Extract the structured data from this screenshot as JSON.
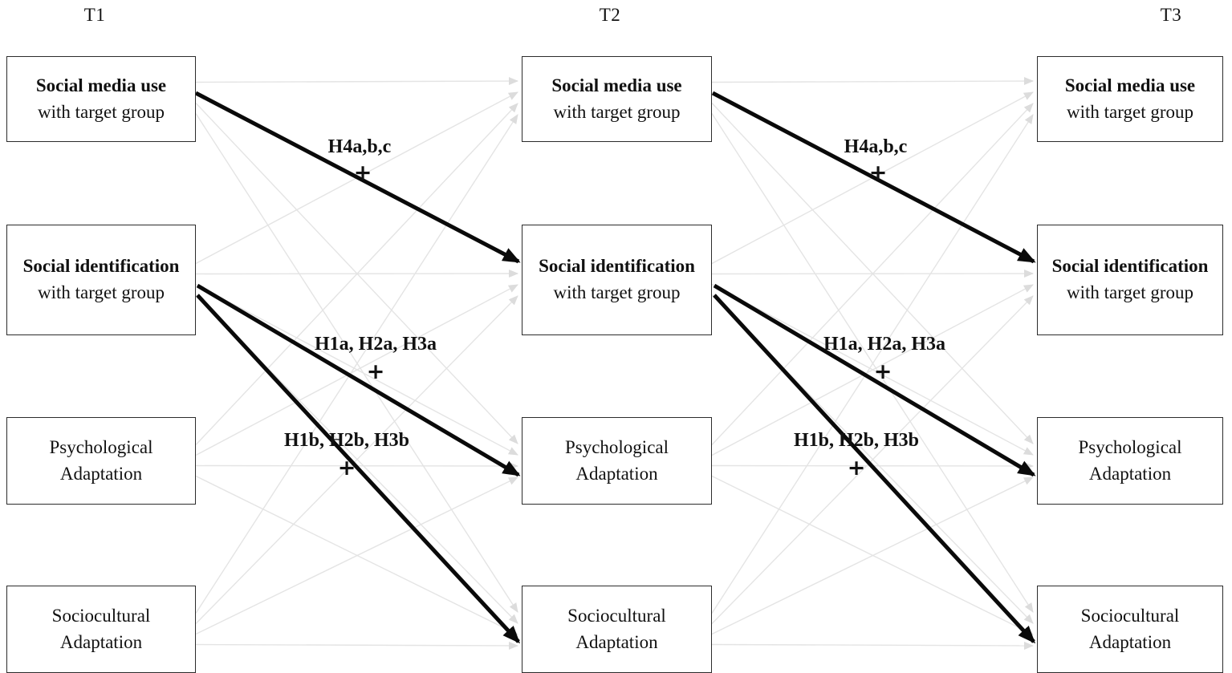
{
  "columns": [
    {
      "header": "T1"
    },
    {
      "header": "T2"
    },
    {
      "header": "T3"
    }
  ],
  "nodes": [
    {
      "line1": "Social media use",
      "line2": "with target group"
    },
    {
      "line1": "Social identification",
      "line2": "with target group"
    },
    {
      "line1": "Psychological",
      "line2": "Adaptation"
    },
    {
      "line1": "Sociocultural",
      "line2": "Adaptation"
    }
  ],
  "paths": [
    {
      "label": "H4a,b,c",
      "sign": "+"
    },
    {
      "label": "H1a, H2a, H3a",
      "sign": "+"
    },
    {
      "label": "H1b, H2b, H3b",
      "sign": "+"
    }
  ],
  "colors": {
    "bold_arrow": "#0a0a0a",
    "faint_arrow": "#e4e4e4",
    "box_border": "#2b2b2b"
  }
}
